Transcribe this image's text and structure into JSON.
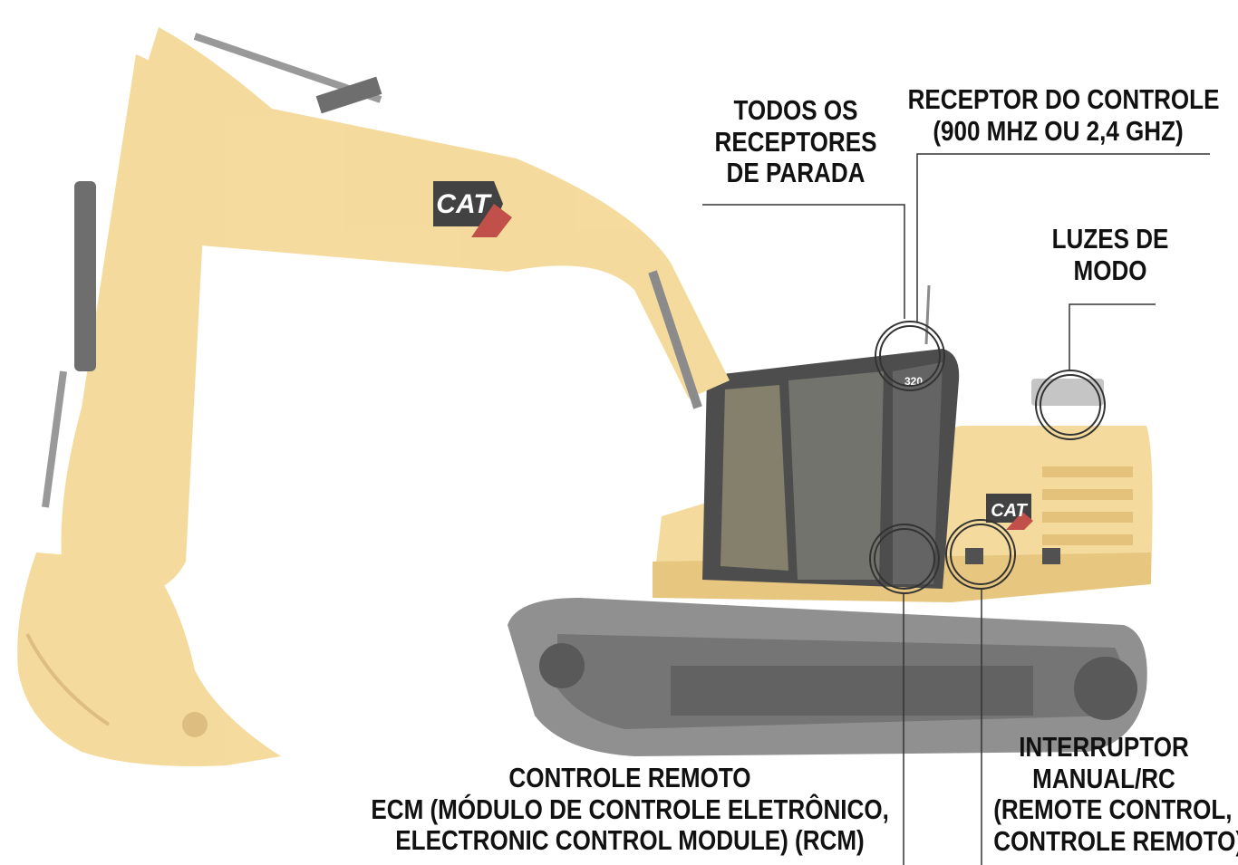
{
  "colors": {
    "machine_body": "#f3d58c",
    "machine_shadow": "#e3bd6a",
    "track": "#8a8a8a",
    "cab_glass": "#4a4a4a",
    "hydraulic_cylinder": "#555555",
    "callout_text": "#111111",
    "leader_line": "#333333"
  },
  "logo": {
    "brand": "CAT",
    "model": "320"
  },
  "labels": {
    "stop_receivers": [
      "TODOS OS",
      "RECEPTORES",
      "DE PARADA"
    ],
    "control_receiver": [
      "RECEPTOR DO CONTROLE",
      "(900 MHZ OU 2,4 GHZ)"
    ],
    "mode_lights": [
      "LUZES DE",
      "MODO"
    ],
    "remote_ecm": [
      "CONTROLE REMOTO",
      "ECM (MÓDULO DE CONTROLE ELETRÔNICO,",
      "ELECTRONIC CONTROL MODULE) (RCM)"
    ],
    "manual_rc_switch": [
      "INTERRUPTOR",
      "MANUAL/RC",
      "(REMOTE CONTROL,",
      "CONTROLE REMOTO)"
    ]
  }
}
